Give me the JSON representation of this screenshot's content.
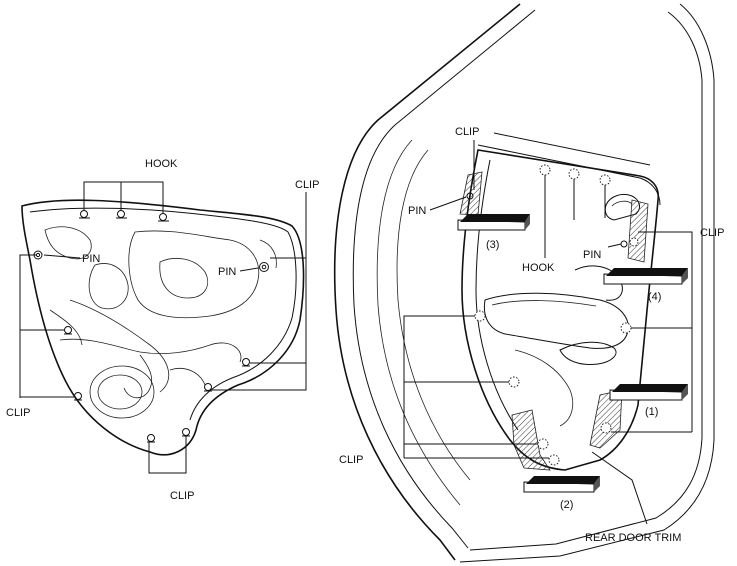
{
  "labels": {
    "hook": "HOOK",
    "clip": "CLIP",
    "pin": "PIN",
    "rear_door_trim": "REAR DOOR TRIM"
  },
  "steps": {
    "step1": "(1)",
    "step2": "(2)",
    "step3": "(3)",
    "step4": "(4)"
  }
}
